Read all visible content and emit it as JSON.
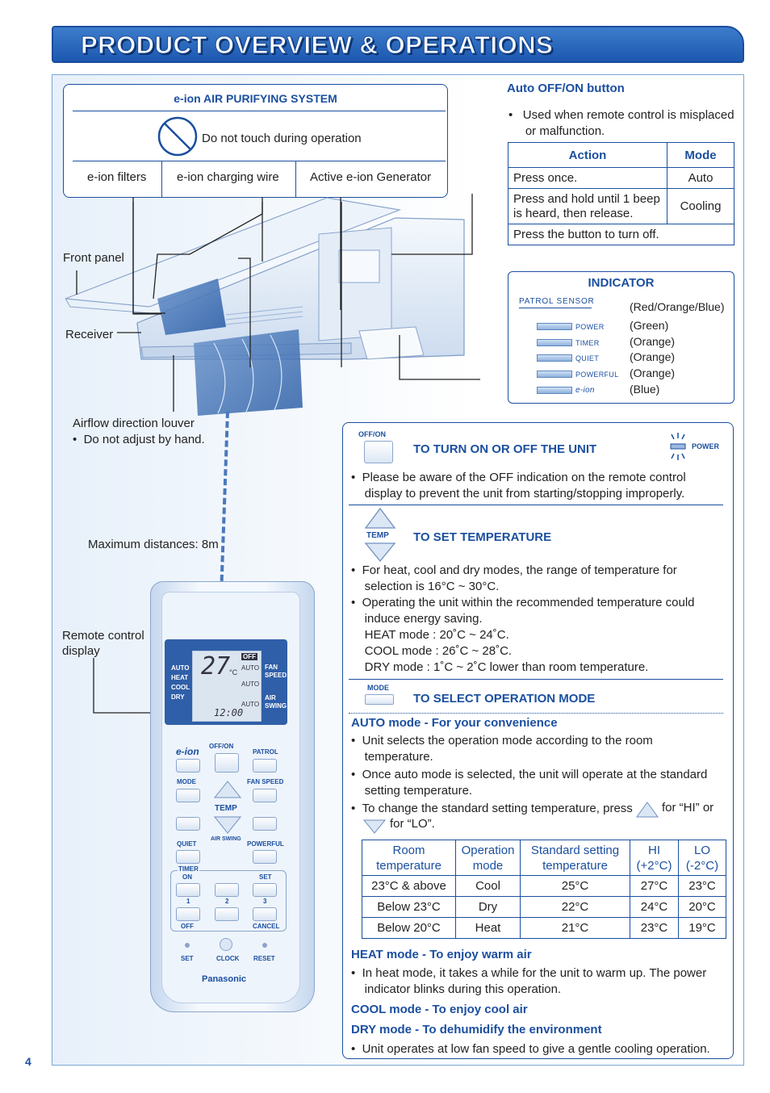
{
  "header": {
    "title": "PRODUCT OVERVIEW & OPERATIONS"
  },
  "page_number": "4",
  "eion_box": {
    "title": "e-ion AIR PURIFYING SYSTEM",
    "warning": "Do not touch during operation",
    "parts": [
      "e-ion filters",
      "e-ion charging wire",
      "Active e-ion Generator"
    ]
  },
  "labels": {
    "front_panel": "Front panel",
    "receiver": "Receiver",
    "louver": "Airflow direction louver",
    "louver_note": "Do not adjust by hand.",
    "max_distance": "Maximum distances: 8m",
    "remote_display_1": "Remote control",
    "remote_display_2": "display"
  },
  "auto_button": {
    "title": "Auto OFF/ON button",
    "note_1": "Used when remote control is misplaced",
    "note_2": "or malfunction.",
    "table": {
      "headers": [
        "Action",
        "Mode"
      ],
      "rows": [
        {
          "action": "Press once.",
          "mode": "Auto"
        },
        {
          "action_1": "Press and hold until 1 beep",
          "action_2": "is heard, then release.",
          "mode": "Cooling"
        },
        {
          "action": "Press the button to turn off.",
          "mode": ""
        }
      ]
    }
  },
  "indicator": {
    "title": "INDICATOR",
    "sensor": "PATROL SENSOR",
    "items": [
      {
        "label": "",
        "color": "(Red/Orange/Blue)"
      },
      {
        "label": "POWER",
        "color": "(Green)"
      },
      {
        "label": "TIMER",
        "color": "(Orange)"
      },
      {
        "label": "QUIET",
        "color": "(Orange)"
      },
      {
        "label": "POWERFUL",
        "color": "(Orange)"
      },
      {
        "label": "e-ion",
        "color": "(Blue)"
      }
    ]
  },
  "remote": {
    "lcd_modes": [
      "AUTO",
      "HEAT",
      "COOL",
      "DRY"
    ],
    "lcd_temp": "27",
    "lcd_unit": "°C",
    "lcd_off": "OFF",
    "lcd_auto": "AUTO",
    "lcd_fan": "FAN",
    "lcd_speed": "SPEED",
    "lcd_air": "AIR",
    "lcd_swing": "SWING",
    "lcd_clock": "12:00",
    "eion": "e-ion",
    "offon": "OFF/ON",
    "patrol": "PATROL",
    "mode": "MODE",
    "fan_speed": "FAN SPEED",
    "temp": "TEMP",
    "air_swing": "AIR SWING",
    "quiet": "QUIET",
    "powerful": "POWERFUL",
    "timer": "TIMER",
    "on": "ON",
    "set": "SET",
    "one": "1",
    "two": "2",
    "three": "3",
    "off": "OFF",
    "cancel": "CANCEL",
    "set2": "SET",
    "clock": "CLOCK",
    "reset": "RESET",
    "brand": "Panasonic"
  },
  "ops": {
    "offon_btn": "OFF/ON",
    "power_lbl": "POWER",
    "turn_title": "TO TURN ON OR OFF THE UNIT",
    "turn_note_1": "Please be aware of the OFF indication on the remote control",
    "turn_note_2": "display to prevent the unit from starting/stopping improperly.",
    "temp_btn": "TEMP",
    "temp_title": "TO SET TEMPERATURE",
    "temp_note_1a": "For heat, cool and dry modes, the range of temperature for",
    "temp_note_1b": "selection is 16°C ~ 30°C.",
    "temp_note_2a": "Operating the unit within the recommended temperature could",
    "temp_note_2b": "induce energy saving.",
    "temp_heat": "HEAT mode : 20˚C ~ 24˚C.",
    "temp_cool": "COOL mode : 26˚C ~ 28˚C.",
    "temp_dry": "DRY mode : 1˚C ~ 2˚C lower than room temperature.",
    "mode_btn": "MODE",
    "mode_title": "TO SELECT OPERATION MODE",
    "auto_title": "AUTO mode - For your convenience",
    "auto_1a": "Unit selects the operation mode according to the room",
    "auto_1b": "temperature.",
    "auto_2a": "Once auto mode is selected, the unit will operate at the standard",
    "auto_2b": "setting temperature.",
    "auto_3a": "To change the standard setting temperature, press",
    "auto_3b": "for “HI” or",
    "auto_3c": "for “LO”.",
    "heat_title": "HEAT mode - To enjoy warm air",
    "heat_1a": "In heat mode, it takes a while for the unit to warm up. The power",
    "heat_1b": "indicator blinks during this operation.",
    "cool_title": "COOL mode - To enjoy cool air",
    "dry_title": "DRY mode - To dehumidify the environment",
    "dry_1": "Unit operates at low fan speed to give a gentle cooling operation."
  },
  "mode_table": {
    "headers": [
      [
        "Room",
        "temperature"
      ],
      [
        "Operation",
        "mode"
      ],
      [
        "Standard setting",
        "temperature"
      ],
      [
        "HI",
        "(+2°C)"
      ],
      [
        "LO",
        "(-2°C)"
      ]
    ],
    "rows": [
      [
        "23°C & above",
        "Cool",
        "25°C",
        "27°C",
        "23°C"
      ],
      [
        "Below 23°C",
        "Dry",
        "22°C",
        "24°C",
        "20°C"
      ],
      [
        "Below 20°C",
        "Heat",
        "21°C",
        "23°C",
        "19°C"
      ]
    ]
  },
  "colors": {
    "accent": "#1b4fa0",
    "header": "#2a67bd"
  }
}
